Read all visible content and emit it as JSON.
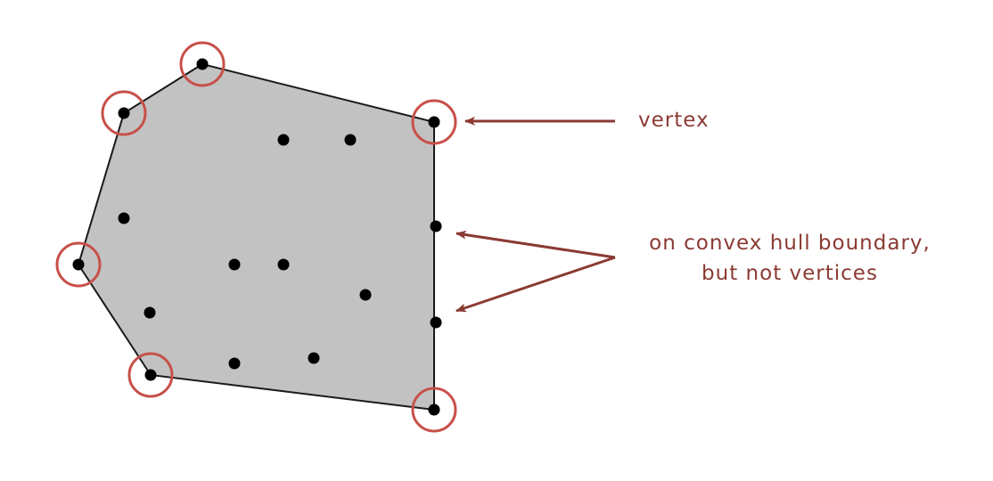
{
  "colors": {
    "hull_fill": "#c2c2c2",
    "hull_stroke": "#1a1a1a",
    "point": "#000000",
    "vertex_circle": "#c8504a",
    "annotation": "#8b3a33"
  },
  "annotations": {
    "vertex": "vertex",
    "boundary_line1": "on convex hull boundary,",
    "boundary_line2": "but not vertices"
  }
}
